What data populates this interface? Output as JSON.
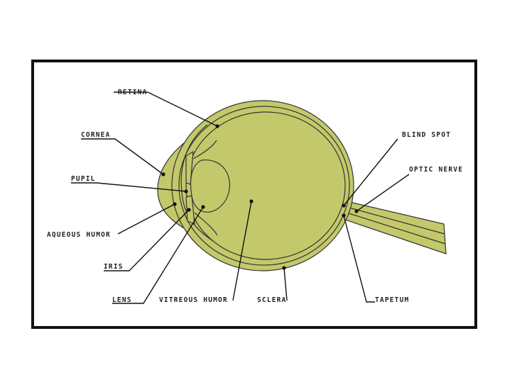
{
  "colors": {
    "tissue": "#c3c96b",
    "outline": "#333333",
    "frame": "#111111"
  },
  "labels": {
    "retina": "RETINA",
    "cornea": "CORNEA",
    "pupil": "PUPIL",
    "aqueous_humor": "AQUEOUS HUMOR",
    "iris": "IRIS",
    "lens": "LENS",
    "vitreous_humor": "VITREOUS HUMOR",
    "sclera": "SCLERA",
    "blind_spot": "BLIND SPOT",
    "optic_nerve": "OPTIC NERVE",
    "tapetum": "TAPETUM"
  }
}
